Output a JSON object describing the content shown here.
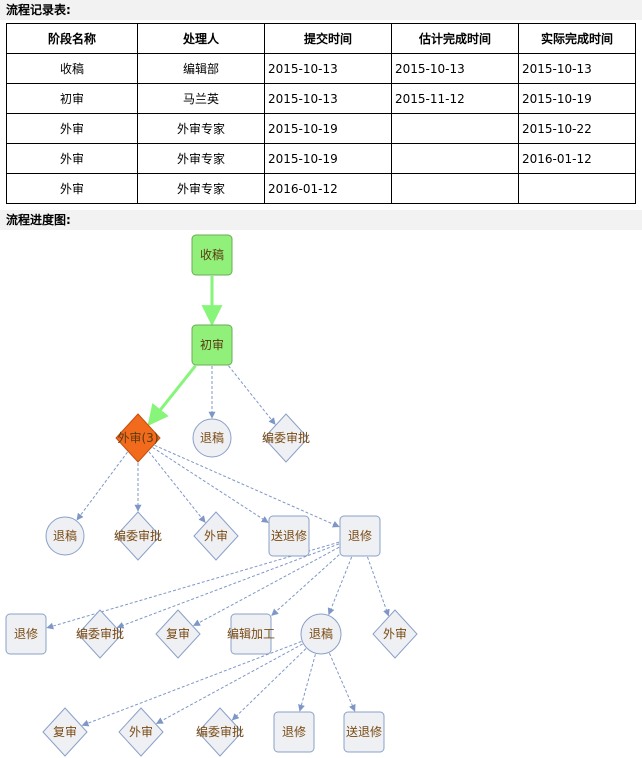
{
  "records_title": "流程记录表:",
  "table": {
    "headers": [
      "阶段名称",
      "处理人",
      "提交时间",
      "估计完成时间",
      "实际完成时间"
    ],
    "rows": [
      [
        "收稿",
        "编辑部",
        "2015-10-13",
        "2015-10-13",
        "2015-10-13"
      ],
      [
        "初审",
        "马兰英",
        "2015-10-13",
        "2015-11-12",
        "2015-10-19"
      ],
      [
        "外审",
        "外审专家",
        "2015-10-19",
        "",
        "2015-10-22"
      ],
      [
        "外审",
        "外审专家",
        "2015-10-19",
        "",
        "2016-01-12"
      ],
      [
        "外审",
        "外审专家",
        "2016-01-12",
        "",
        ""
      ]
    ]
  },
  "diagram_title": "流程进度图:",
  "colors": {
    "done_fill": "#90f07a",
    "done_stroke": "#6aaa55",
    "current_fill": "#f26a1b",
    "current_stroke": "#c24f10",
    "pending_fill": "#eef0f4",
    "pending_stroke": "#8aa0c8",
    "label_pending": "#7a4a12",
    "label_done": "#5a3a10",
    "edge_active": "#86f57a",
    "edge_pending": "#7f97c7"
  },
  "diagram": {
    "nodes": [
      {
        "id": "n1",
        "label": "收稿",
        "shape": "rect",
        "state": "done"
      },
      {
        "id": "n2",
        "label": "初审",
        "shape": "rect",
        "state": "done"
      },
      {
        "id": "n3",
        "label": "外审(3)",
        "shape": "diamond",
        "state": "current"
      },
      {
        "id": "n4",
        "label": "退稿",
        "shape": "circle",
        "state": "pending"
      },
      {
        "id": "n5",
        "label": "编委审批",
        "shape": "diamond",
        "state": "pending"
      },
      {
        "id": "n6",
        "label": "退稿",
        "shape": "circle",
        "state": "pending"
      },
      {
        "id": "n7",
        "label": "编委审批",
        "shape": "diamond",
        "state": "pending"
      },
      {
        "id": "n8",
        "label": "外审",
        "shape": "diamond",
        "state": "pending"
      },
      {
        "id": "n9",
        "label": "送退修",
        "shape": "rect",
        "state": "pending"
      },
      {
        "id": "n10",
        "label": "退修",
        "shape": "rect",
        "state": "pending"
      },
      {
        "id": "n11",
        "label": "退修",
        "shape": "rect",
        "state": "pending"
      },
      {
        "id": "n12",
        "label": "编委审批",
        "shape": "diamond",
        "state": "pending"
      },
      {
        "id": "n13",
        "label": "复审",
        "shape": "diamond",
        "state": "pending"
      },
      {
        "id": "n14",
        "label": "编辑加工",
        "shape": "rect",
        "state": "pending"
      },
      {
        "id": "n15",
        "label": "退稿",
        "shape": "circle",
        "state": "pending"
      },
      {
        "id": "n16",
        "label": "外审",
        "shape": "diamond",
        "state": "pending"
      },
      {
        "id": "n17",
        "label": "复审",
        "shape": "diamond",
        "state": "pending"
      },
      {
        "id": "n18",
        "label": "外审",
        "shape": "diamond",
        "state": "pending"
      },
      {
        "id": "n19",
        "label": "编委审批",
        "shape": "diamond",
        "state": "pending"
      },
      {
        "id": "n20",
        "label": "退修",
        "shape": "rect",
        "state": "pending"
      },
      {
        "id": "n21",
        "label": "送退修",
        "shape": "rect",
        "state": "pending"
      }
    ],
    "edges": [
      {
        "from": "n1",
        "to": "n2",
        "state": "active"
      },
      {
        "from": "n2",
        "to": "n3",
        "state": "active"
      },
      {
        "from": "n2",
        "to": "n4",
        "state": "pending"
      },
      {
        "from": "n2",
        "to": "n5",
        "state": "pending"
      },
      {
        "from": "n3",
        "to": "n6",
        "state": "pending"
      },
      {
        "from": "n3",
        "to": "n7",
        "state": "pending"
      },
      {
        "from": "n3",
        "to": "n8",
        "state": "pending"
      },
      {
        "from": "n3",
        "to": "n9",
        "state": "pending"
      },
      {
        "from": "n3",
        "to": "n10",
        "state": "pending"
      },
      {
        "from": "n10",
        "to": "n11",
        "state": "pending"
      },
      {
        "from": "n10",
        "to": "n12",
        "state": "pending"
      },
      {
        "from": "n10",
        "to": "n13",
        "state": "pending"
      },
      {
        "from": "n10",
        "to": "n14",
        "state": "pending"
      },
      {
        "from": "n10",
        "to": "n15",
        "state": "pending"
      },
      {
        "from": "n10",
        "to": "n16",
        "state": "pending"
      },
      {
        "from": "n15",
        "to": "n17",
        "state": "pending"
      },
      {
        "from": "n15",
        "to": "n18",
        "state": "pending"
      },
      {
        "from": "n15",
        "to": "n19",
        "state": "pending"
      },
      {
        "from": "n15",
        "to": "n20",
        "state": "pending"
      },
      {
        "from": "n15",
        "to": "n21",
        "state": "pending"
      }
    ]
  }
}
